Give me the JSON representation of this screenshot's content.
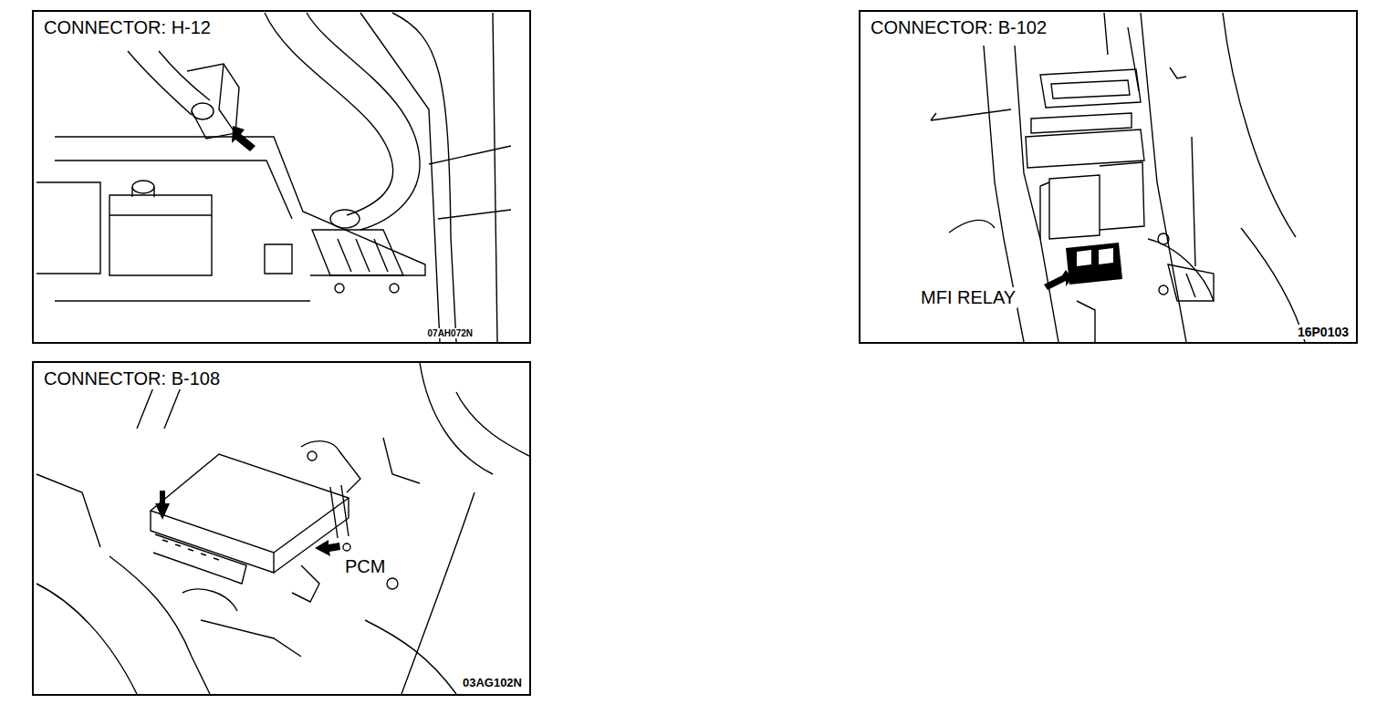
{
  "diagram": {
    "nodes": [
      {
        "text": [
          "CONNECTOR: H-12",
          "07AH072N"
        ]
      },
      {
        "text": [
          "CONNECTOR: B-102",
          "MFI RELAY",
          "16P0103"
        ]
      },
      {
        "text": [
          "CONNECTOR: B-108",
          "PCM",
          "03AG102N"
        ]
      }
    ]
  }
}
